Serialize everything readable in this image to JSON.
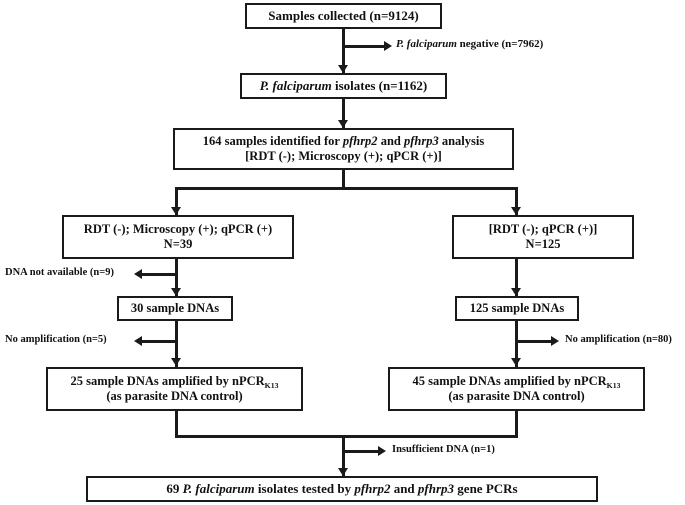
{
  "figure": {
    "type": "flowchart",
    "orientation": "top-to-bottom",
    "nodes": {
      "samples_collected": {
        "line1": "Samples collected (n=9124)"
      },
      "pf_isolates": {
        "italic": "P. falciparum",
        "rest": " isolates (n=1162)"
      },
      "identified_164": {
        "line1_a": "164 samples identified for ",
        "line1_it1": "pfhrp2",
        "line1_b": " and ",
        "line1_it2": "pfhrp3",
        "line1_c": " analysis",
        "line2": "[RDT (-); Microscopy (+); qPCR (+)]"
      },
      "left_branch": {
        "line1": "RDT (-); Microscopy (+); qPCR (+)",
        "line2": "N=39"
      },
      "right_branch": {
        "line1": "[RDT (-); qPCR (+)]",
        "line2": "N=125"
      },
      "left_dnas_30": {
        "line1": "30 sample DNAs"
      },
      "right_dnas_125": {
        "line1": "125 sample DNAs"
      },
      "left_npcr": {
        "line1_a": "25 sample DNAs amplified by nPCR",
        "line1_sub": "K13",
        "line2": "(as parasite DNA control)"
      },
      "right_npcr": {
        "line1_a": "45 sample DNAs amplified by nPCR",
        "line1_sub": "K13",
        "line2": "(as parasite DNA control)"
      },
      "final": {
        "a": "69 ",
        "it1": "P. falciparum",
        "b": " isolates tested by ",
        "it2": "pfhrp2",
        "c": " and ",
        "it3": "pfhrp3",
        "d": " gene PCRs"
      }
    },
    "exclusions": {
      "pf_negative": {
        "italic": "P. falciparum",
        "rest": " negative (n=7962)"
      },
      "dna_not_available": {
        "text": "DNA not available (n=9)"
      },
      "no_amplification_left": {
        "text": "No amplification (n=5)"
      },
      "no_amplification_right": {
        "text": "No amplification (n=80)"
      },
      "insufficient_dna": {
        "text": "Insufficient DNA (n=1)"
      }
    },
    "colors": {
      "stroke": "#1a1a1a",
      "text": "#111111",
      "background": "#ffffff"
    }
  }
}
